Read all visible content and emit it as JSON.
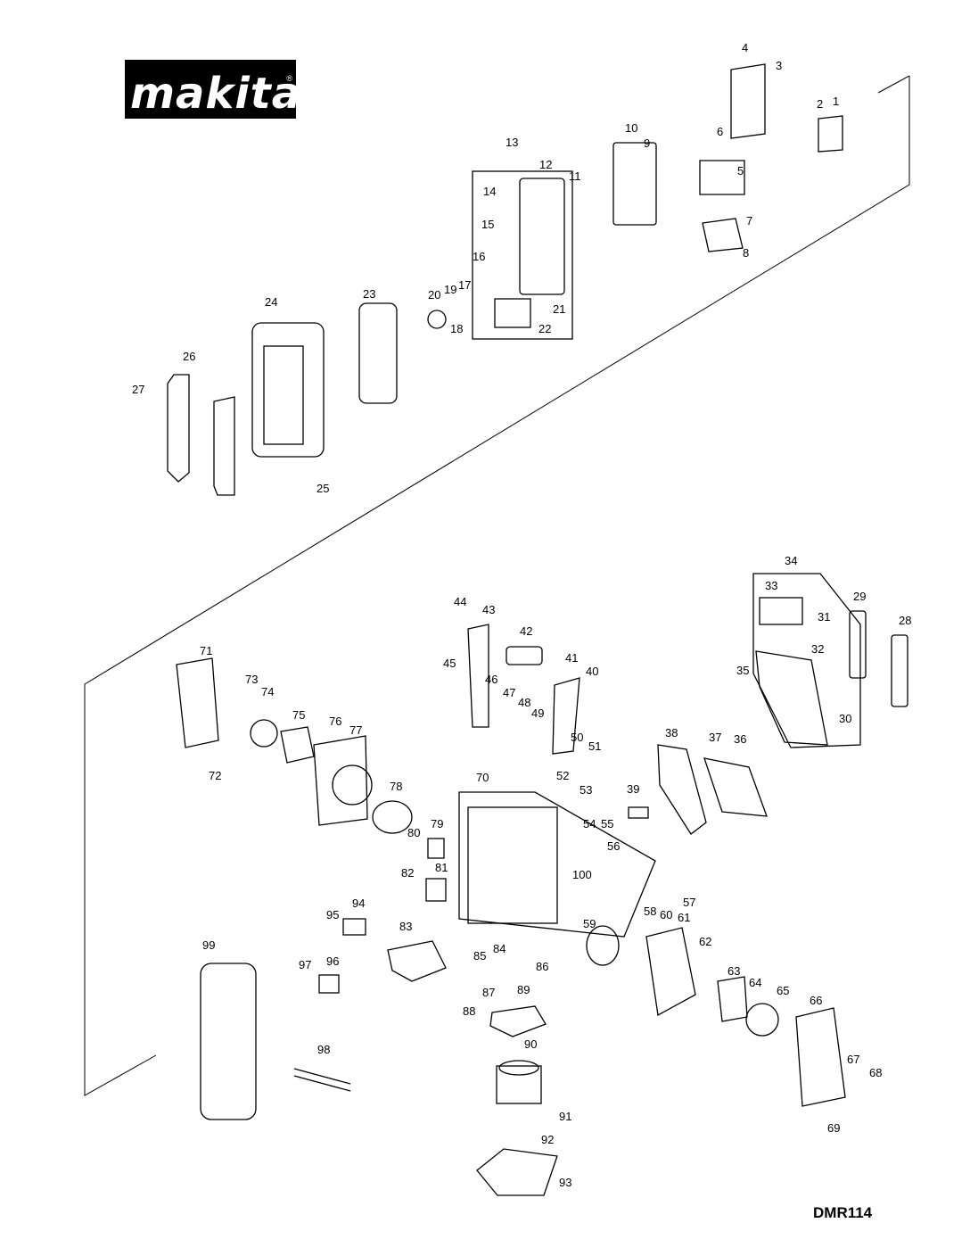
{
  "brand": {
    "logo_text": "makita",
    "logo_mark": "®"
  },
  "model": "DMR114",
  "callouts": [
    "1",
    "2",
    "3",
    "4",
    "5",
    "6",
    "7",
    "8",
    "9",
    "10",
    "11",
    "12",
    "13",
    "14",
    "15",
    "16",
    "17",
    "18",
    "19",
    "20",
    "21",
    "22",
    "23",
    "24",
    "25",
    "26",
    "27",
    "28",
    "29",
    "30",
    "31",
    "32",
    "33",
    "34",
    "35",
    "36",
    "37",
    "38",
    "39",
    "40",
    "41",
    "42",
    "43",
    "44",
    "45",
    "46",
    "47",
    "48",
    "49",
    "50",
    "51",
    "52",
    "53",
    "54",
    "55",
    "56",
    "57",
    "58",
    "59",
    "60",
    "61",
    "62",
    "63",
    "64",
    "65",
    "66",
    "67",
    "68",
    "69",
    "70",
    "71",
    "72",
    "73",
    "74",
    "75",
    "76",
    "77",
    "78",
    "79",
    "80",
    "81",
    "82",
    "83",
    "84",
    "85",
    "86",
    "87",
    "88",
    "89",
    "90",
    "91",
    "92",
    "93",
    "94",
    "95",
    "96",
    "97",
    "98",
    "99",
    "100"
  ]
}
